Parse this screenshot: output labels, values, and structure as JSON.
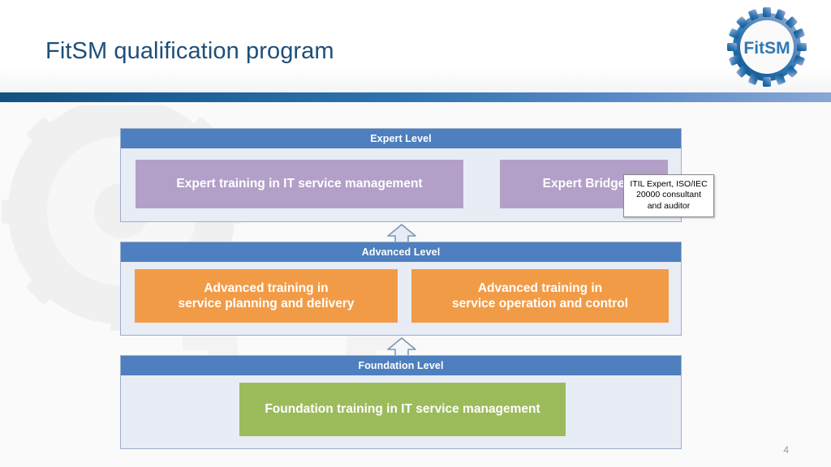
{
  "header": {
    "title": "FitSM qualification program",
    "logo_text": "FitSM",
    "logo_name": "fitsm-gear-logo"
  },
  "colors": {
    "title_blue": "#1f4e79",
    "rule_dark": "#12517f",
    "rule_light": "#88a7d6",
    "level_header_blue": "#4e7fbe",
    "level_body_bg": "#e8ecf5",
    "expert_purple": "#b3a0c8",
    "advanced_orange": "#f29b47",
    "foundation_green": "#9cbb5b",
    "arrow_stroke": "#7d96b8",
    "callout_border": "#8a8a8a",
    "page_number_gray": "#9a9a9a"
  },
  "diagram": {
    "levels": [
      {
        "id": "expert",
        "header": "Expert Level",
        "boxes": [
          {
            "id": "expert-training",
            "label": "Expert training in IT service management",
            "color": "#b3a0c8"
          },
          {
            "id": "expert-bridge",
            "label": "Expert Bridge",
            "color": "#b3a0c8"
          }
        ]
      },
      {
        "id": "advanced",
        "header": "Advanced Level",
        "boxes": [
          {
            "id": "advanced-planning",
            "line1": "Advanced training in",
            "line2": "service planning and delivery",
            "color": "#f29b47"
          },
          {
            "id": "advanced-operation",
            "line1": "Advanced training in",
            "line2": "service operation and control",
            "color": "#f29b47"
          }
        ]
      },
      {
        "id": "foundation",
        "header": "Foundation Level",
        "boxes": [
          {
            "id": "foundation-training",
            "label": "Foundation training in IT service management",
            "color": "#9cbb5b"
          }
        ]
      }
    ],
    "callout": {
      "line1": "ITIL Expert, ISO/IEC",
      "line2": "20000 consultant",
      "line3": "and auditor"
    },
    "arrows": [
      {
        "id": "arrow-expert-from-advanced",
        "icon": "up-arrow-icon"
      },
      {
        "id": "arrow-advanced-from-foundation",
        "icon": "up-arrow-icon"
      }
    ]
  },
  "footer": {
    "page_number": "4"
  }
}
